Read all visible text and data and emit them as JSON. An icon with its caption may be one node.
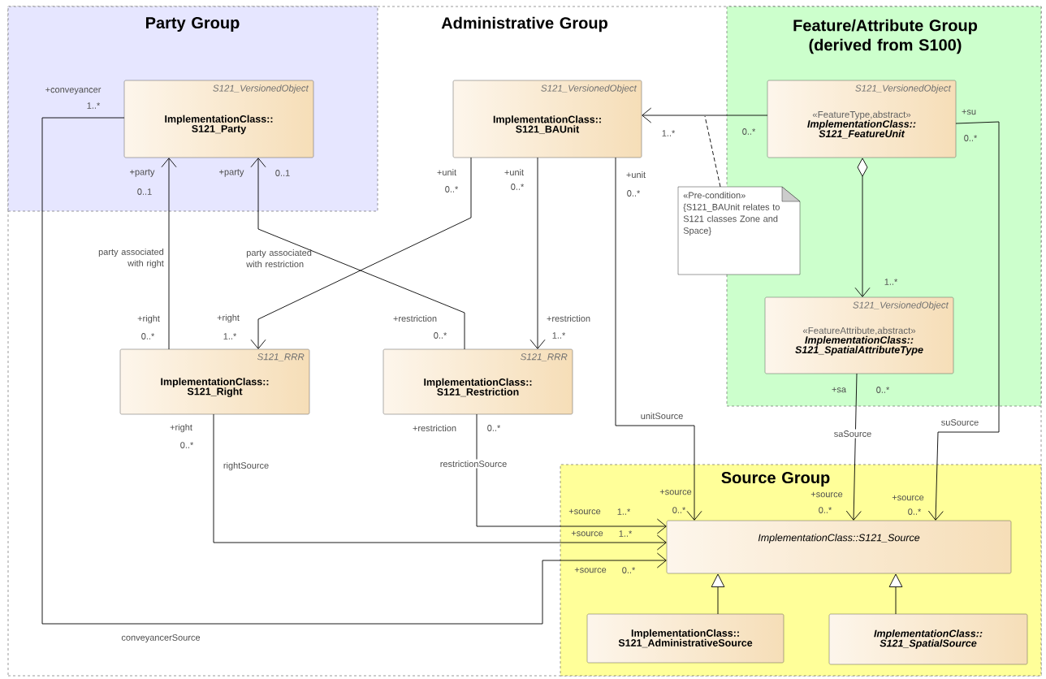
{
  "diagram": {
    "nodes": [
      {
        "text": [
          "Administrative Group"
        ]
      },
      {
        "text": [
          "Party Group"
        ],
        "in": 0
      },
      {
        "text": [
          "S121_VersionedObject",
          "ImplementationClass:: S121_Party"
        ],
        "in": 1
      },
      {
        "text": [
          "S121_VersionedObject",
          "ImplementationClass:: S121_BAUnit"
        ],
        "in": 0
      },
      {
        "text": [
          "Feature/Attribute Group (derived from S100)"
        ],
        "in": 0
      },
      {
        "text": [
          "S121_VersionedObject",
          "«FeatureType,abstract»",
          "ImplementationClass:: S121_FeatureUnit"
        ],
        "in": 4
      },
      {
        "text": [
          "«Pre-condition»",
          "{S121_BAUnit relates to S121 classes Zone and Space}"
        ],
        "in": 0
      },
      {
        "text": [
          "S121_VersionedObject",
          "«FeatureAttribute,abstract»",
          "ImplementationClass:: S121_SpatialAttributeType"
        ],
        "in": 4
      },
      {
        "text": [
          "S121_RRR",
          "ImplementationClass:: S121_Right"
        ],
        "in": 0
      },
      {
        "text": [
          "S121_RRR",
          "ImplementationClass:: S121_Restriction"
        ],
        "in": 0
      },
      {
        "text": [
          "Source Group"
        ],
        "in": 0
      },
      {
        "text": [
          "ImplementationClass::S121_Source"
        ],
        "in": 10
      },
      {
        "text": [
          "ImplementationClass:: S121_AdministrativeSource"
        ],
        "in": 10
      },
      {
        "text": [
          "ImplementationClass:: S121_SpatialSource"
        ],
        "in": 10
      }
    ],
    "edges": [
      {
        "from": 8,
        "to": 2,
        "arrow": "to",
        "label": "party associated with right"
      },
      {
        "from": 9,
        "to": 2,
        "arrow": "to",
        "label": "party associated with restriction"
      },
      {
        "from": 3,
        "to": 8,
        "arrow": "to"
      },
      {
        "from": 3,
        "to": 9,
        "arrow": "to"
      },
      {
        "from": 3,
        "to": 11,
        "arrow": "to",
        "label": "unitSource"
      },
      {
        "from": 5,
        "to": 3,
        "arrow": "to"
      },
      {
        "from": 6,
        "to": null,
        "arrow": "none",
        "style": "dashed"
      },
      {
        "from": 5,
        "to": 7,
        "arrow": "to"
      },
      {
        "from": 5,
        "to": 11,
        "arrow": "to",
        "label": "suSource"
      },
      {
        "from": 7,
        "to": 11,
        "arrow": "to",
        "label": "saSource"
      },
      {
        "from": 9,
        "to": 11,
        "arrow": "to",
        "label": "restrictionSource"
      },
      {
        "from": 8,
        "to": 11,
        "arrow": "to",
        "label": "rightSource"
      },
      {
        "from": 2,
        "to": 11,
        "arrow": "to",
        "label": "conveyancerSource"
      },
      {
        "from": 12,
        "to": 11,
        "arrow": "to"
      },
      {
        "from": 13,
        "to": 11,
        "arrow": "to"
      }
    ],
    "labels": [
      "+conveyancer",
      "1..*",
      "+party",
      "0..1",
      "+party",
      "0..1",
      "1..*",
      "0..*",
      "+su",
      "0..*",
      "+unit",
      "0..*",
      "+unit",
      "0..*",
      "+unit",
      "0..*",
      "1..*",
      "+right",
      "0..*",
      "+right",
      "1..*",
      "+restriction",
      "0..*",
      "+restriction",
      "1..*",
      "+sa",
      "0..*",
      "+right",
      "0..*",
      "+restriction",
      "0..*",
      "+source",
      "+source",
      "+source",
      "+source",
      "1..*",
      "0..*",
      "0..*",
      "0..*",
      "+source",
      "1..*",
      "+source",
      "0..*"
    ]
  }
}
